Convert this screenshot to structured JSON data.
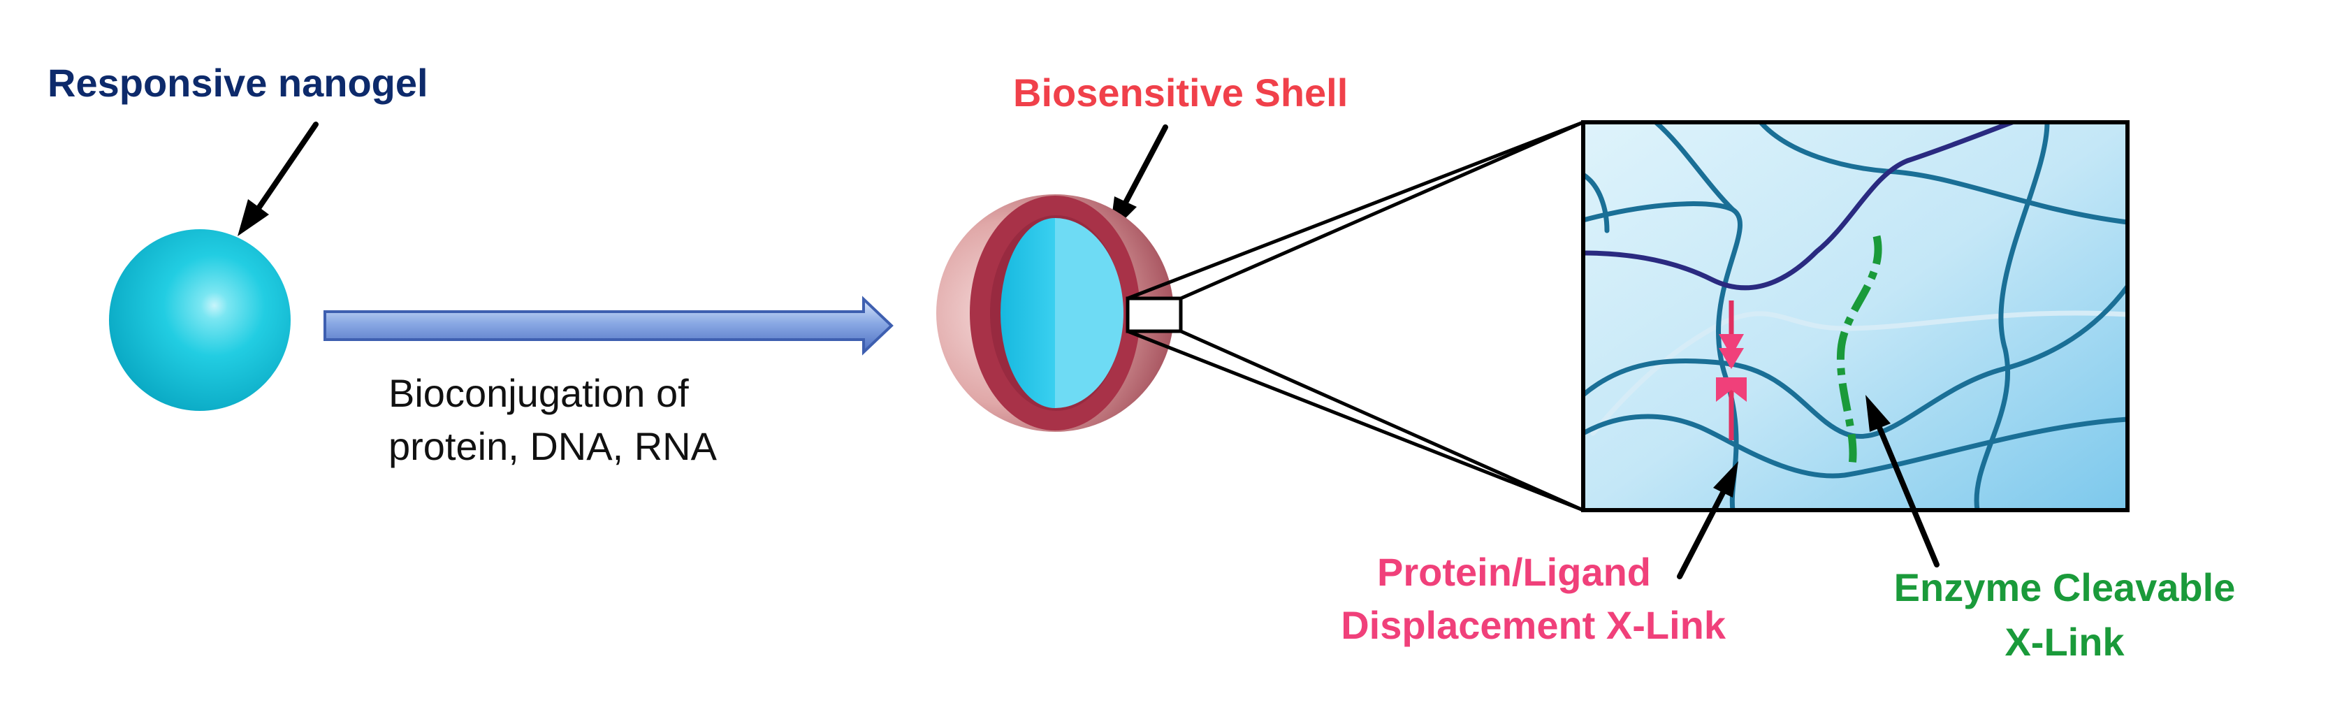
{
  "labels": {
    "nanogel": "Responsive nanogel",
    "process_line1": "Bioconjugation of",
    "process_line2": "protein, DNA, RNA",
    "shell": "Biosensitive Shell",
    "protein_line1": "Protein/Ligand",
    "protein_line2": "Displacement X-Link",
    "enzyme_line1": "Enzyme Cleavable",
    "enzyme_line2": "X-Link"
  },
  "colors": {
    "nanogel_label": "#0d2a6b",
    "shell_label": "#f0404a",
    "protein_label": "#f0407a",
    "enzyme_label": "#1a9a3a",
    "sphere": "#1ec8dc",
    "shell": "#a83248",
    "network_strand": "#1a6f96",
    "network_dark_strand": "#2a2a80",
    "panel_bg": "#bfe4f5"
  }
}
